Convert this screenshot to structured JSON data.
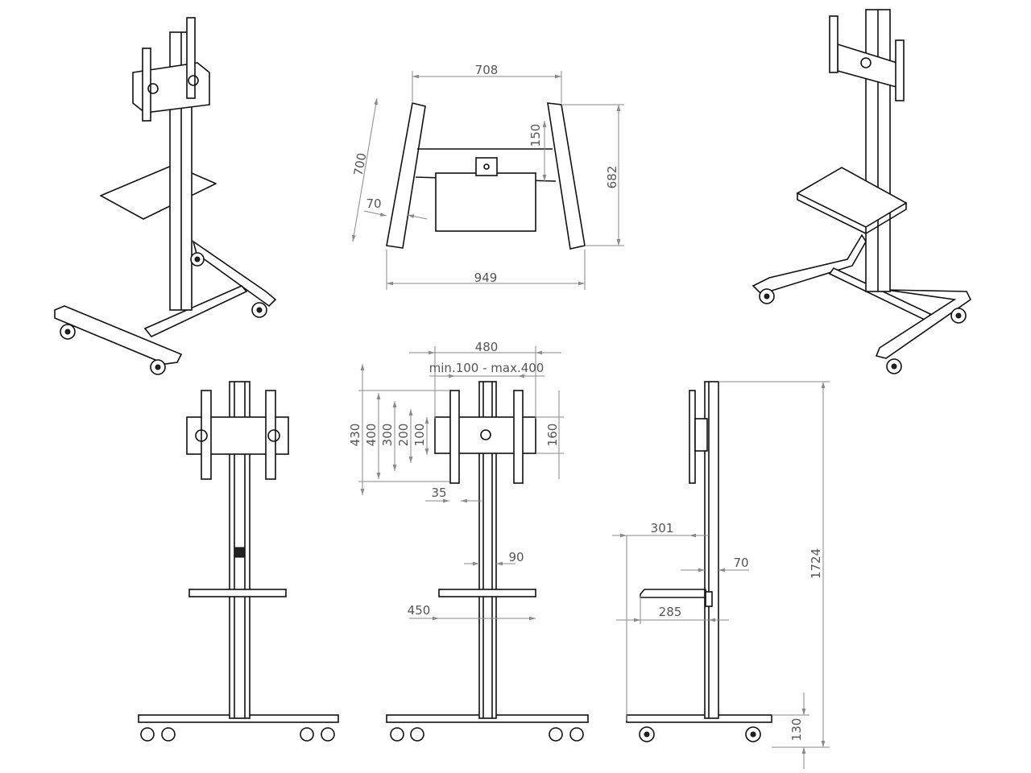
{
  "views": {
    "plan": {
      "width_top": "708",
      "crossbar_offset": "150",
      "leg_length": "700",
      "depth": "682",
      "leg_width": "70",
      "width_bottom": "949"
    },
    "front": {
      "mount_width": "480",
      "vesa_range": "min.100 - max.400",
      "mount_h430": "430",
      "vesa_400": "400",
      "vesa_300": "300",
      "vesa_200": "200",
      "vesa_100": "100",
      "plate_height": "160",
      "rail_width": "35",
      "column_width": "90",
      "shelf_width": "450"
    },
    "side": {
      "mount_offset": "301",
      "column_depth": "70",
      "shelf_depth": "285",
      "total_height": "1724",
      "base_height": "130"
    }
  }
}
